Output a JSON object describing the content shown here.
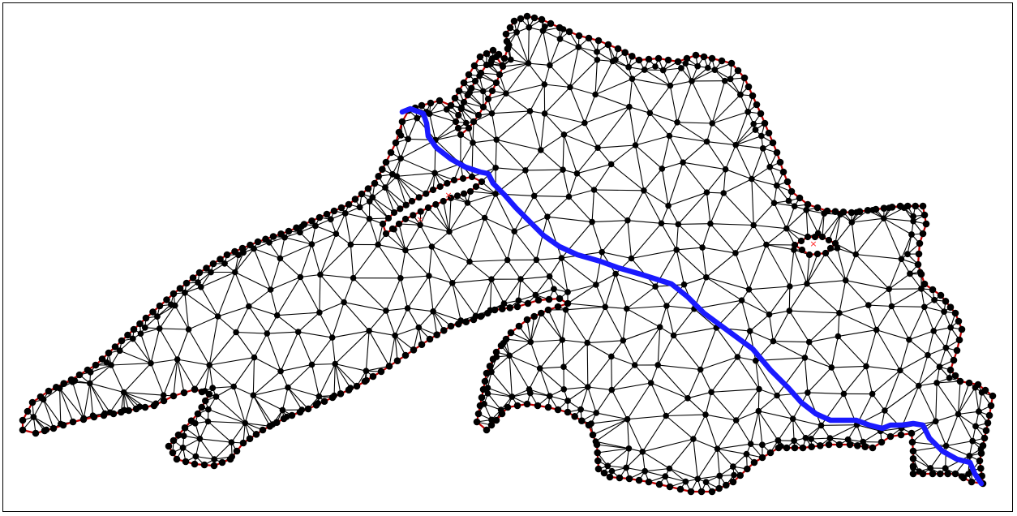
{
  "figure": {
    "kind": "triangulated lake mesh with shortest path",
    "colors": {
      "background": "#ffffff",
      "frame": "#000000",
      "mesh_edges": "#000000",
      "mesh_nodes": "#000000",
      "boundary_constraint": "#c00000",
      "path": "#1a1aff",
      "obstacle_marker": "#ff2020"
    }
  },
  "mesh": {
    "node_marker": "filled-circle",
    "edge_style": "thin-solid"
  },
  "shortest_path": {
    "color_name": "blue",
    "style": "thick-line"
  },
  "markers": [
    {
      "symbol": "×",
      "color": "#ff2020"
    },
    {
      "symbol": "×",
      "color": "#ff2020"
    },
    {
      "symbol": "×",
      "color": "#ff2020"
    }
  ]
}
